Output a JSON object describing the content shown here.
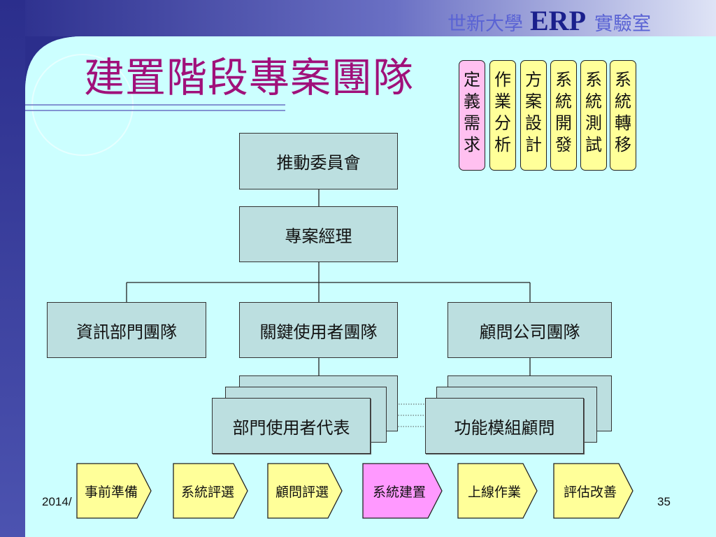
{
  "header": {
    "school": "世新大學",
    "erp": "ERP",
    "lab": "實驗室"
  },
  "title": "建置階段專案團隊",
  "phases": [
    {
      "label": "定義需求",
      "active": true
    },
    {
      "label": "作業分析",
      "active": false
    },
    {
      "label": "方案設計",
      "active": false
    },
    {
      "label": "系統開發",
      "active": false
    },
    {
      "label": "系統測試",
      "active": false
    },
    {
      "label": "系統轉移",
      "active": false
    }
  ],
  "org": {
    "steering": "推動委員會",
    "pm": "專案經理",
    "it_team": "資訊部門團隊",
    "key_user_team": "關鍵使用者團隊",
    "consultant_team": "顧問公司團隊",
    "dept_rep": "部門使用者代表",
    "module_consultant": "功能模組顧問"
  },
  "steps": [
    {
      "label": "事前準備",
      "active": false
    },
    {
      "label": "系統評選",
      "active": false
    },
    {
      "label": "顧問評選",
      "active": false
    },
    {
      "label": "系統建置",
      "active": true
    },
    {
      "label": "上線作業",
      "active": false
    },
    {
      "label": "評估改善",
      "active": false
    }
  ],
  "footer": {
    "date": "2014/",
    "page": "35"
  },
  "colors": {
    "background": "#ccffff",
    "band": "#2c2f8e",
    "title": "#a0107a",
    "box": "#bcdfe0",
    "phase": "#ffff99",
    "phase_active": "#ffc0f0",
    "step_active": "#ff99ff"
  }
}
